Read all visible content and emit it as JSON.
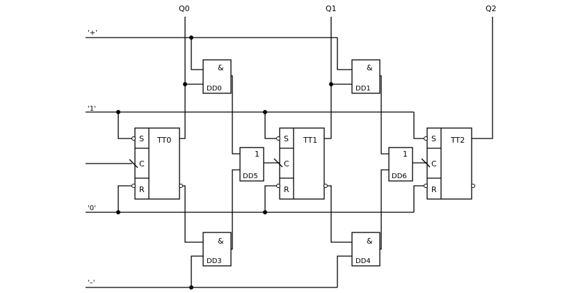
{
  "diagram": {
    "outputs": [
      "Q0",
      "Q1",
      "Q2"
    ],
    "buses": {
      "plus": "'+'",
      "one": "'1'",
      "zero": "'0'",
      "minus": "'–'"
    },
    "flipflops": [
      {
        "name": "TT0",
        "s": "S",
        "c": "C",
        "r": "R"
      },
      {
        "name": "TT1",
        "s": "S",
        "c": "C",
        "r": "R"
      },
      {
        "name": "TT2",
        "s": "S",
        "c": "C",
        "r": "R"
      }
    ],
    "and_gates": [
      {
        "name": "DD0",
        "symbol": "&"
      },
      {
        "name": "DD1",
        "symbol": "&"
      },
      {
        "name": "DD3",
        "symbol": "&"
      },
      {
        "name": "DD4",
        "symbol": "&"
      }
    ],
    "or_gates": [
      {
        "name": "DD5",
        "symbol": "1"
      },
      {
        "name": "DD6",
        "symbol": "1"
      }
    ]
  }
}
